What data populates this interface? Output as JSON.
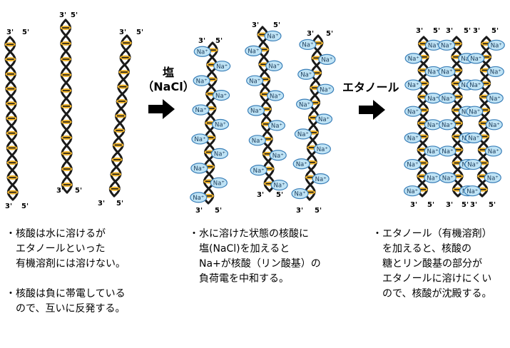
{
  "diagram": {
    "end_labels": {
      "three_prime": "3'",
      "five_prime": "5'"
    },
    "ion_label": "Na⁺",
    "colors": {
      "strand": "#1a1a1a",
      "phosphate": "#f2b428",
      "ion_fill": "#bfe3f5",
      "ion_stroke": "#3a7fb8",
      "arrow": "#000000"
    }
  },
  "steps": [
    {
      "arrow_label_lines": [
        "塩",
        "（NaCl）"
      ]
    },
    {
      "arrow_label_lines": [
        "エタノール"
      ]
    }
  ],
  "captions": [
    {
      "paragraphs": [
        [
          "・核酸は水に溶けるが",
          "　エタノールといった",
          "　有機溶剤には溶けない。"
        ],
        [
          "・核酸は負に帯電している",
          "　ので、互いに反発する。"
        ]
      ]
    },
    {
      "paragraphs": [
        [
          "・水に溶けた状態の核酸に",
          "　塩(NaCl)を加えると",
          "　Na+が核酸（リン酸基）の",
          "　負荷電を中和する。"
        ]
      ]
    },
    {
      "paragraphs": [
        [
          "・エタノール（有機溶剤）",
          "　を加えると、核酸の",
          "　糖とリン酸基の部分が",
          "　エタノールに溶けにくい",
          "　ので、核酸が沈殿する。"
        ]
      ]
    }
  ]
}
